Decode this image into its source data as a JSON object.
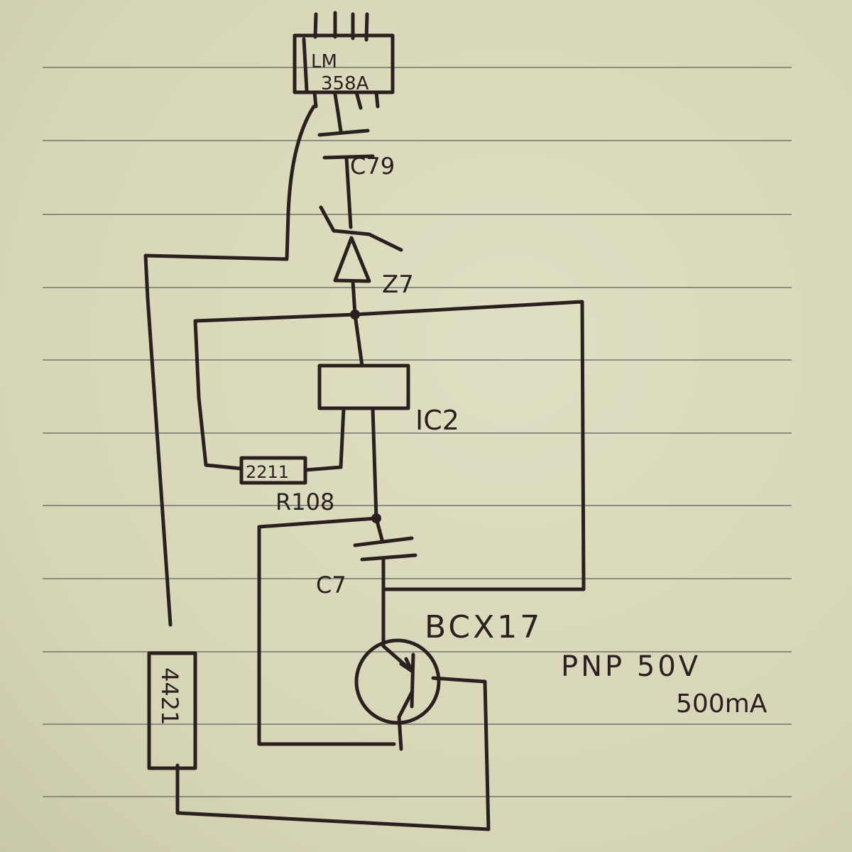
{
  "components": {
    "opamp": {
      "label_line1": "LM",
      "label_line2": "358A"
    },
    "capacitor_top": {
      "label": "C79"
    },
    "zener": {
      "label": "Z7"
    },
    "ic": {
      "label": "IC2"
    },
    "resistor_feedback": {
      "value": "2211",
      "label": "R108"
    },
    "capacitor_bottom": {
      "label": "C7"
    },
    "resistor_left": {
      "value": "4421"
    },
    "transistor": {
      "label": "BCX17",
      "type_rating": "PNP 50V",
      "current_rating": "500mA"
    }
  },
  "colors": {
    "ink": "#2b2020",
    "paper": "#d9d8bb",
    "rule": "#8d8c82"
  }
}
